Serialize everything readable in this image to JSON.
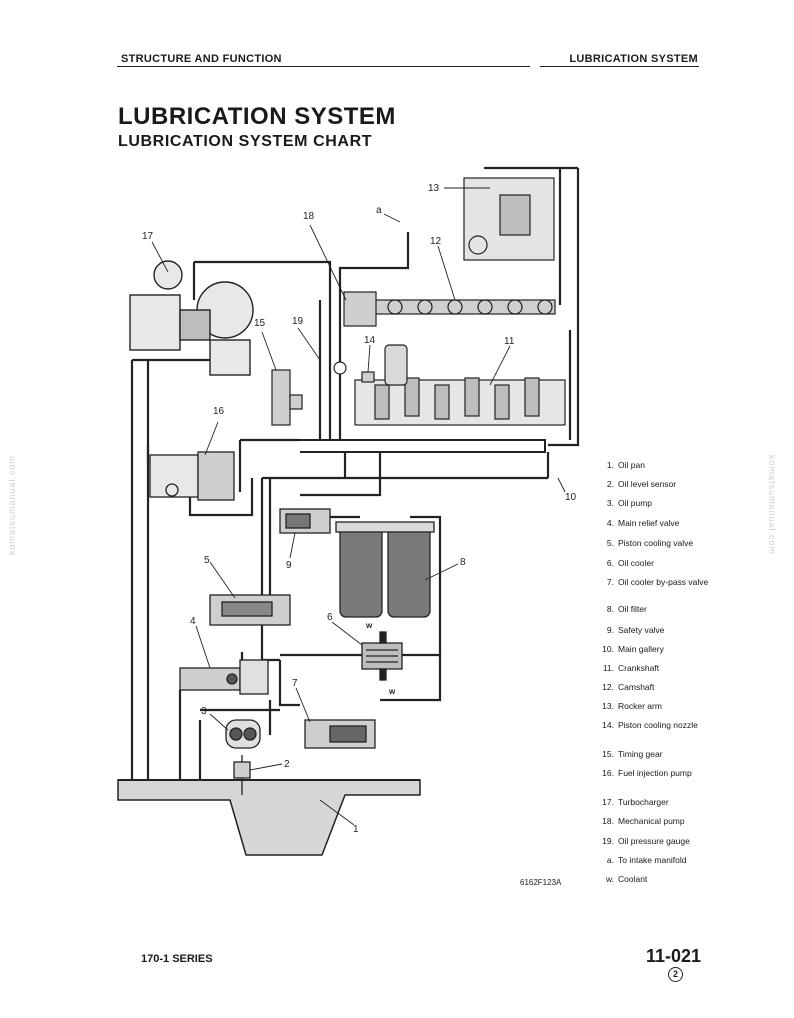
{
  "header": {
    "left": "STRUCTURE AND FUNCTION",
    "right": "LUBRICATION SYSTEM"
  },
  "title": "LUBRICATION SYSTEM",
  "subtitle": "LUBRICATION SYSTEM CHART",
  "watermark": "komatsumanual.com",
  "callouts": [
    "1",
    "2",
    "3",
    "4",
    "5",
    "6",
    "7",
    "8",
    "9",
    "10",
    "11",
    "12",
    "13",
    "14",
    "15",
    "16",
    "17",
    "18",
    "19",
    "a",
    "w"
  ],
  "legend": [
    {
      "num": "1.",
      "label": "Oil pan"
    },
    {
      "num": "2.",
      "label": "Oil level sensor"
    },
    {
      "num": "3.",
      "label": "Oil pump"
    },
    {
      "num": "4.",
      "label": "Main relief valve"
    },
    {
      "num": "5.",
      "label": "Piston cooling valve"
    },
    {
      "num": "6.",
      "label": "Oil cooler"
    },
    {
      "num": "7.",
      "label": "Oil cooler by-pass valve"
    },
    {
      "num": "8.",
      "label": "Oil filter"
    },
    {
      "num": "9.",
      "label": "Safety valve"
    },
    {
      "num": "10.",
      "label": "Main gallery"
    },
    {
      "num": "11.",
      "label": "Crankshaft"
    },
    {
      "num": "12.",
      "label": "Camshaft"
    },
    {
      "num": "13.",
      "label": "Rocker arm"
    },
    {
      "num": "14.",
      "label": "Piston cooling nozzle"
    },
    {
      "num": "15.",
      "label": "Timing gear"
    },
    {
      "num": "16.",
      "label": "Fuel injection pump"
    },
    {
      "num": "17.",
      "label": "Turbocharger"
    },
    {
      "num": "18.",
      "label": "Mechanical pump"
    },
    {
      "num": "19.",
      "label": "Oil pressure gauge"
    },
    {
      "num": "a.",
      "label": "To intake manifold"
    },
    {
      "num": "w.",
      "label": "Coolant"
    }
  ],
  "figure_ref": "6162F123A",
  "footer": {
    "series": "170-1 SERIES",
    "page": "11-021",
    "revision": "2"
  }
}
